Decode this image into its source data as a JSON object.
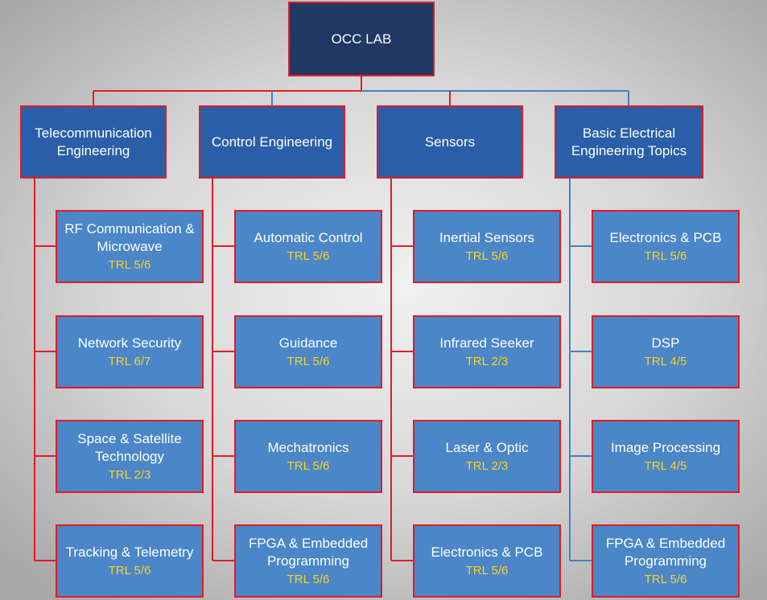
{
  "root": {
    "label": "OCC LAB"
  },
  "categories": [
    {
      "label": "Telecommunication Engineering"
    },
    {
      "label": "Control Engineering"
    },
    {
      "label": "Sensors"
    },
    {
      "label": "Basic Electrical Engineering Topics"
    }
  ],
  "topics": [
    [
      {
        "label": "RF Communication & Microwave",
        "trl": "TRL  5/6"
      },
      {
        "label": "Network Security",
        "trl": "TRL  6/7"
      },
      {
        "label": "Space & Satellite Technology",
        "trl": "TRL  2/3"
      },
      {
        "label": "Tracking & Telemetry",
        "trl": "TRL  5/6"
      }
    ],
    [
      {
        "label": "Automatic Control",
        "trl": "TRL  5/6"
      },
      {
        "label": "Guidance",
        "trl": "TRL  5/6"
      },
      {
        "label": "Mechatronics",
        "trl": "TRL  5/6"
      },
      {
        "label": "FPGA & Embedded Programming",
        "trl": "TRL  5/6"
      }
    ],
    [
      {
        "label": "Inertial Sensors",
        "trl": "TRL  5/6"
      },
      {
        "label": "Infrared Seeker",
        "trl": "TRL  2/3"
      },
      {
        "label": "Laser & Optic",
        "trl": "TRL  2/3"
      },
      {
        "label": "Electronics & PCB",
        "trl": "TRL  5/6"
      }
    ],
    [
      {
        "label": "Electronics & PCB",
        "trl": "TRL  5/6"
      },
      {
        "label": "DSP",
        "trl": "TRL  4/5"
      },
      {
        "label": "Image Processing",
        "trl": "TRL  4/5"
      },
      {
        "label": "FPGA & Embedded Programming",
        "trl": "TRL  5/6"
      }
    ]
  ],
  "colors": {
    "root_fill": "#1f3864",
    "category_fill": "#2a5ea8",
    "topic_fill": "#4a86c8",
    "border": "#e41b23",
    "trl_text": "#ffd21f",
    "connector_red": "#e41b23",
    "connector_blue": "#4a7fc1"
  }
}
